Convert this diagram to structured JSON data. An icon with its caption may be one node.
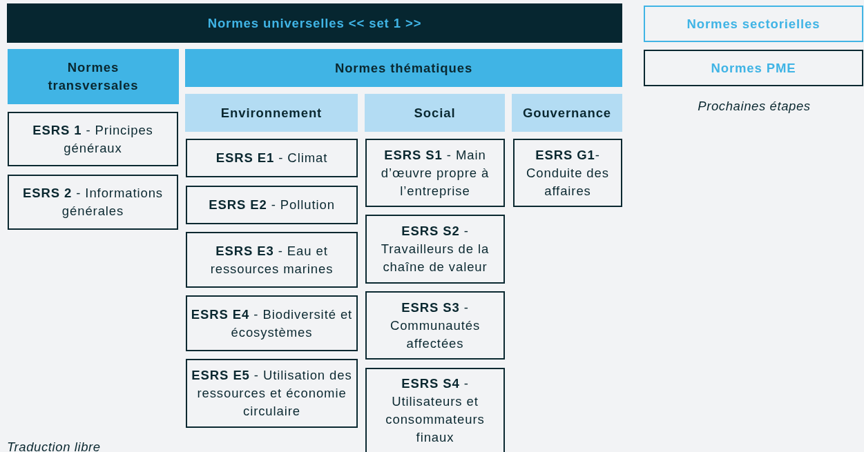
{
  "diagram": {
    "nodes": [
      {
        "text": [
          "Normes universelles << set 1 >>"
        ]
      },
      {
        "text": [
          "Normes transversales"
        ]
      },
      {
        "text": [
          "Normes thématiques"
        ]
      },
      {
        "text": [
          "Environnement"
        ]
      },
      {
        "text": [
          "Social"
        ]
      },
      {
        "text": [
          "Gouvernance"
        ]
      },
      {
        "text": [
          "**ESRS 1** - Principes généraux"
        ]
      },
      {
        "text": [
          "**ESRS 2** - Informations générales"
        ]
      },
      {
        "text": [
          "**ESRS E1** - Climat"
        ]
      },
      {
        "text": [
          "**ESRS E2** - Pollution"
        ]
      },
      {
        "text": [
          "**ESRS E3** - Eau et ressources marines"
        ]
      },
      {
        "text": [
          "**ESRS E4** - Biodiversité et écosystèmes"
        ]
      },
      {
        "text": [
          "**ESRS E5** - Utilisation des ressources et économie circulaire"
        ]
      },
      {
        "text": [
          "**ESRS S1** - Main d’œuvre propre à l’entreprise"
        ]
      },
      {
        "text": [
          "**ESRS S2** - Travailleurs de la chaîne de valeur"
        ]
      },
      {
        "text": [
          "**ESRS S3** - Communautés affectées"
        ]
      },
      {
        "text": [
          "**ESRS S4** - Utilisateurs et consommateurs finaux"
        ]
      },
      {
        "text": [
          "**ESRS G1**- Conduite des affaires"
        ]
      },
      {
        "text": [
          "Normes sectorielles"
        ]
      },
      {
        "text": [
          "Normes PME"
        ]
      }
    ],
    "labels": [
      "Prochaines étapes",
      "Traduction libre"
    ]
  }
}
